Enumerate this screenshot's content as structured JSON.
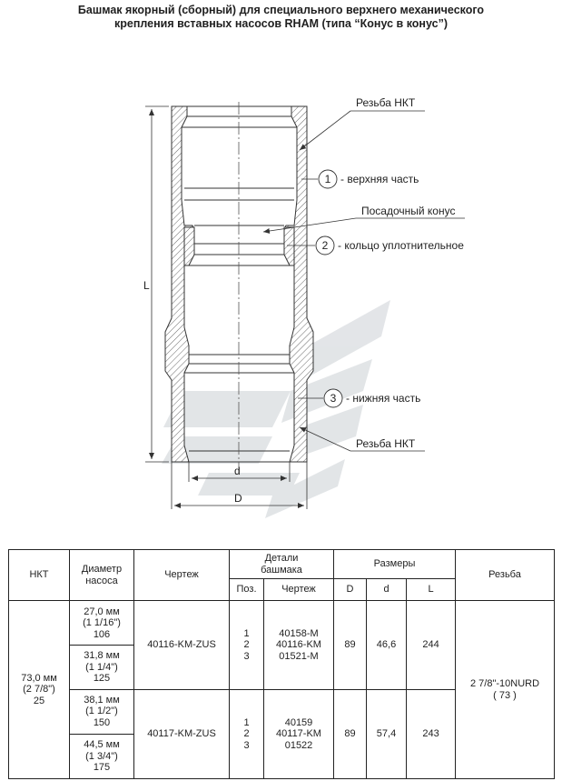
{
  "title": {
    "line1": "Башмак якорный (сборный) для специального верхнего механического",
    "line2": "крепления вставных насосов RHAM (типа “Конус в конус”)"
  },
  "drawing": {
    "labels": {
      "thread_top": "Резьба НКТ",
      "thread_bottom": "Резьба НКТ",
      "cone": "Посадочный конус",
      "part1": "- верхняя часть",
      "part2": "- кольцо уплотнительное",
      "part3": "- нижняя часть",
      "dim_L": "L",
      "dim_d": "d",
      "dim_D": "D"
    },
    "callouts": [
      "1",
      "2",
      "3"
    ]
  },
  "table": {
    "headers": {
      "nkt": "НКТ",
      "pump_diameter": "Диаметр\nнасоса",
      "drawing": "Чертеж",
      "details": "Детали\nбашмака",
      "pos": "Поз.",
      "details_drawing": "Чертеж",
      "sizes": "Размеры",
      "D": "D",
      "d": "d",
      "L": "L",
      "thread": "Резьба"
    },
    "nkt_value": "73,0 мм\n(2 7/8\")\n25",
    "thread_value": "2 7/8\"-10NURD\n( 73 )",
    "groups": [
      {
        "pumps": [
          "27,0 мм\n(1 1/16\")\n106",
          "31,8 мм\n(1 1/4\")\n125"
        ],
        "drawing": "40116-KM-ZUS",
        "positions": "1\n2\n3",
        "details": "40158-M\n40116-KM\n01521-M",
        "D": "89",
        "d": "46,6",
        "L": "244"
      },
      {
        "pumps": [
          "38,1 мм\n(1 1/2\")\n150",
          "44,5 мм\n(1 3/4\")\n175"
        ],
        "drawing": "40117-KM-ZUS",
        "positions": "1\n2\n3",
        "details": "40159\n40117-KM\n01522",
        "D": "89",
        "d": "57,4",
        "L": "243"
      }
    ]
  }
}
